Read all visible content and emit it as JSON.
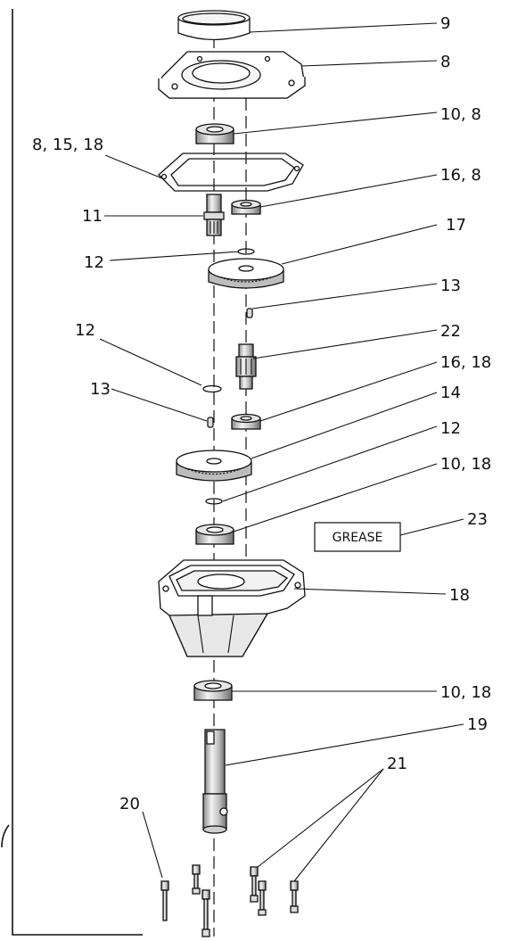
{
  "callouts": {
    "c9": "9",
    "c8": "8",
    "c10_8": "10, 8",
    "c8_15_18": "8, 15, 18",
    "c16_8": "16, 8",
    "c11": "11",
    "c17": "17",
    "c12a": "12",
    "c13a": "13",
    "c12b": "12",
    "c22": "22",
    "c16_18": "16, 18",
    "c13b": "13",
    "c14": "14",
    "c12c": "12",
    "c10_18a": "10, 18",
    "c23": "23",
    "grease": "GREASE",
    "c18": "18",
    "c10_18b": "10, 18",
    "c19": "19",
    "c21": "21",
    "c20": "20"
  },
  "colors": {
    "line": "#111111",
    "part_fill": "#ffffff",
    "part_shade": "#d8d8d8"
  }
}
